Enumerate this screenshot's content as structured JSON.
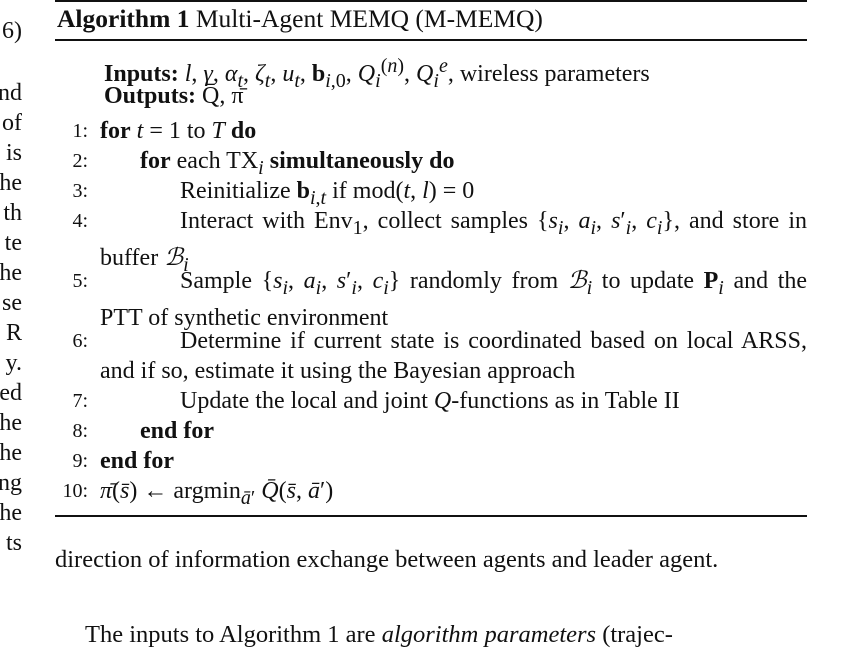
{
  "left_margin_fragments": [
    "6)",
    "",
    "nd",
    "of",
    "is",
    "he",
    "th",
    "te",
    "he",
    "se",
    "R",
    "y.",
    "ed",
    "he",
    "he",
    "ng",
    "he",
    "ts"
  ],
  "algorithm": {
    "label": "Algorithm 1",
    "title": "Multi-Agent MEMQ (M-MEMQ)",
    "inputs_label": "Inputs:",
    "inputs_value": "l, γ, α_t, ζ_t, u_t, b_{i,0}, Q_i^{(n)}, Q_i^e, wireless parameters",
    "outputs_label": "Outputs:",
    "outputs_value": "Q̄, π̄",
    "lines": [
      {
        "num": "1:",
        "text": "for t = 1 to T do"
      },
      {
        "num": "2:",
        "text": "for each TX_i simultaneously do"
      },
      {
        "num": "3:",
        "text": "Reinitialize b_{i,t} if mod(t, l) = 0"
      },
      {
        "num": "4:",
        "text": "Interact with Env_1, collect samples {s_i, a_i, s'_i, c_i}, and store in buffer ℬ_i"
      },
      {
        "num": "5:",
        "text": "Sample {s_i, a_i, s'_i, c_i} randomly from ℬ_i to update P_i and the PTT of synthetic environment"
      },
      {
        "num": "6:",
        "text": "Determine if current state is coordinated based on local ARSS, and if so, estimate it using the Bayesian approach"
      },
      {
        "num": "7:",
        "text": "Update the local and joint Q-functions as in Table II"
      },
      {
        "num": "8:",
        "text": "end for"
      },
      {
        "num": "9:",
        "text": "end for"
      },
      {
        "num": "10:",
        "text": "π̄(s̄) ← argmin_{ā'} Q̄(s̄, ā')"
      }
    ]
  },
  "body": {
    "para1": "direction of information exchange between agents and leader agent.",
    "para2_start": "The inputs to Algorithm 1 are ",
    "para2_italic": "algorithm parameters",
    "para2_end": " (trajec-"
  }
}
